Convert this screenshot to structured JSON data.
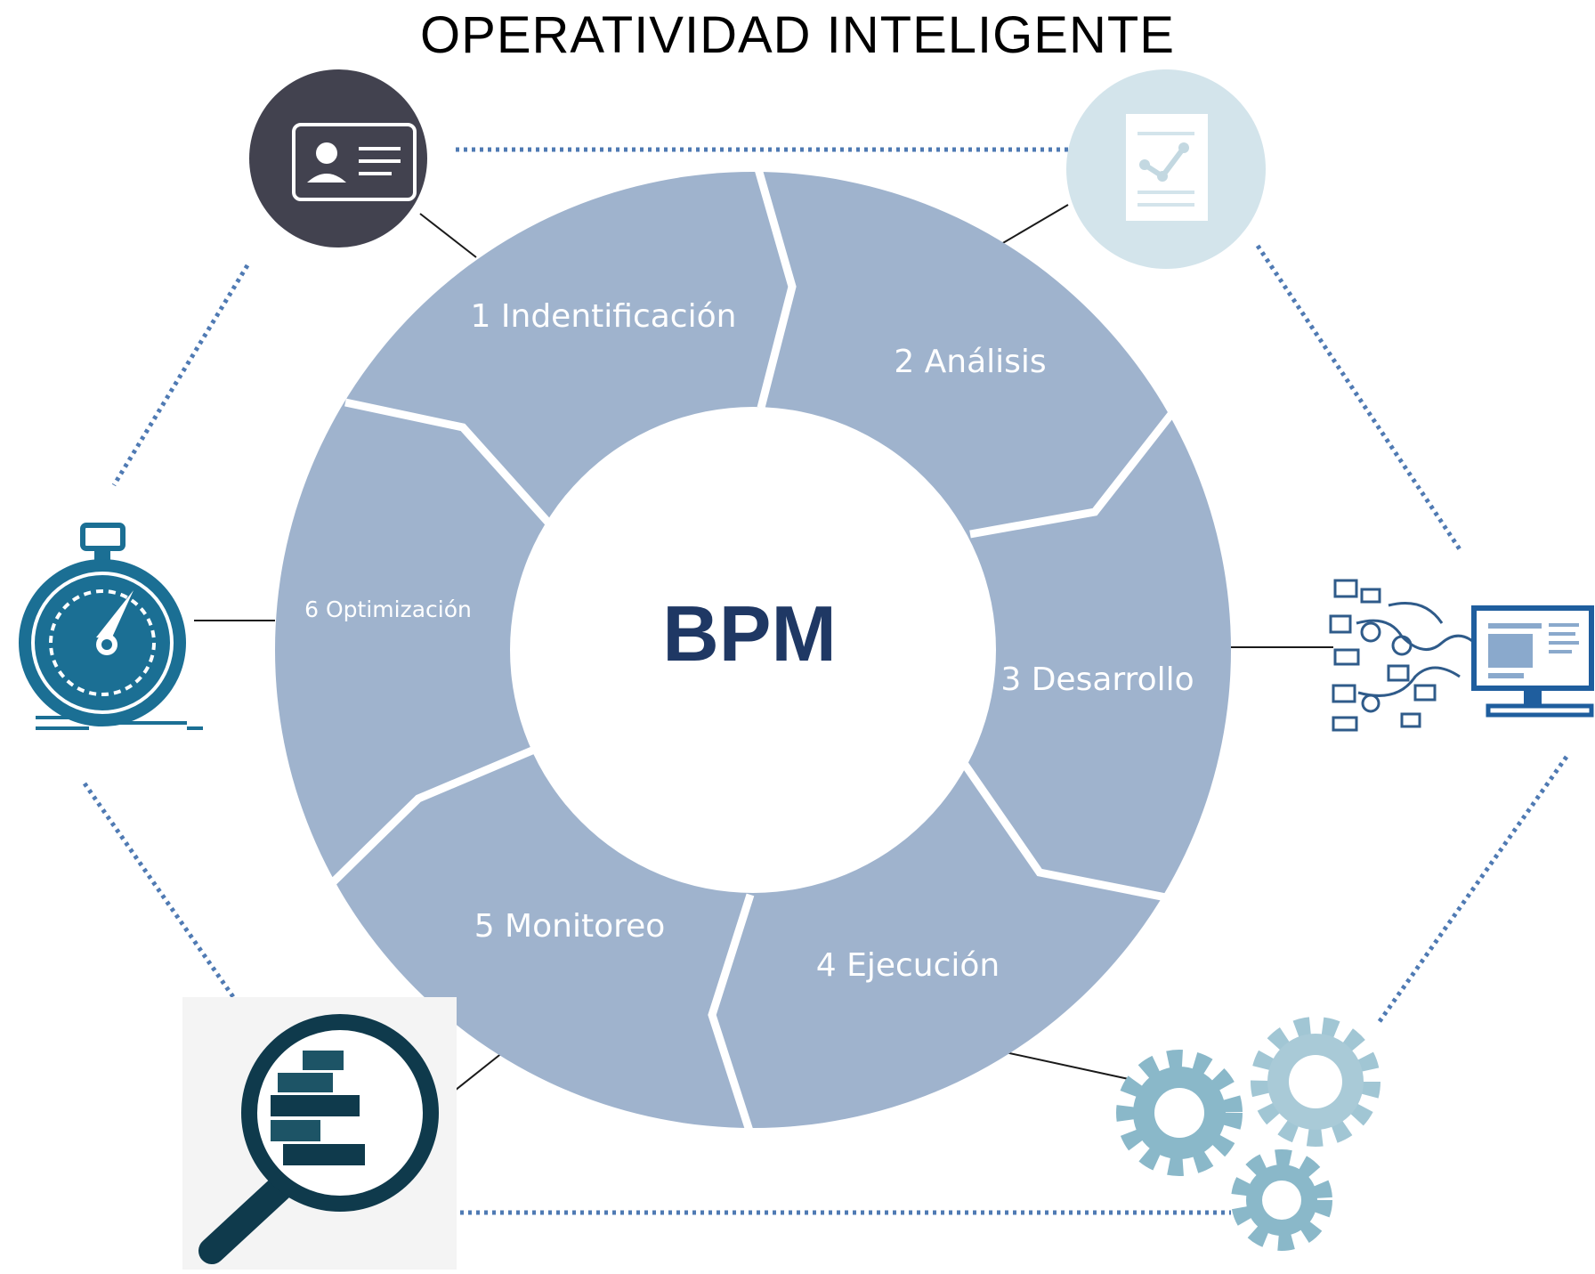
{
  "title": "OPERATIVIDAD INTELIGENTE",
  "center": {
    "label": "BPM"
  },
  "stages": [
    {
      "label": "1 Indentificación"
    },
    {
      "label": "2 Análisis"
    },
    {
      "label": "3 Desarrollo"
    },
    {
      "label": "4 Ejecución"
    },
    {
      "label": "5 Monitoreo"
    },
    {
      "label": "6 Optimización"
    }
  ],
  "icons": [
    {
      "name": "id-card-icon"
    },
    {
      "name": "report-chart-icon"
    },
    {
      "name": "computer-network-icon"
    },
    {
      "name": "gears-icon"
    },
    {
      "name": "magnifier-chart-icon"
    },
    {
      "name": "stopwatch-icon"
    }
  ],
  "colors": {
    "ring": "#9fb3cd",
    "ring_text": "#ffffff",
    "center_text": "#1f3864",
    "dotted": "#4f7ab3",
    "dark_circle": "#42424f",
    "light_circle": "#d3e4eb",
    "teal": "#1b6f94",
    "navy": "#0f3a4c",
    "gear": "#8ab8c9"
  }
}
